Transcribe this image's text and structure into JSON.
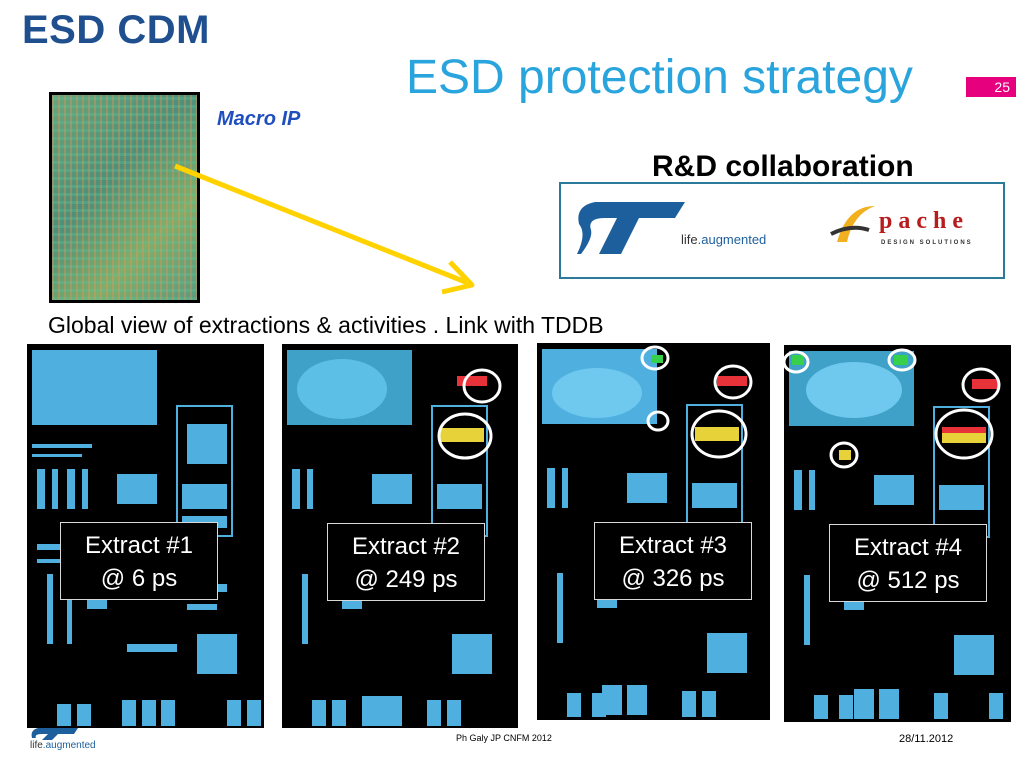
{
  "header": {
    "section_title": "ESD CDM",
    "main_title": "ESD protection strategy",
    "page_number": "25"
  },
  "macro": {
    "label": "Macro IP"
  },
  "collaboration": {
    "title": "R&D collaboration",
    "st_tagline_life": "life",
    "st_tagline_augmented": ".augmented",
    "apache_name": "pache",
    "apache_sub": "DESIGN SOLUTIONS"
  },
  "global_view_text": "Global view of extractions & activities . Link with TDDB",
  "extracts": [
    {
      "line1": "Extract #1",
      "line2": "@ 6 ps"
    },
    {
      "line1": "Extract #2",
      "line2": "@ 249 ps"
    },
    {
      "line1": "Extract #3",
      "line2": "@ 326 ps"
    },
    {
      "line1": "Extract #4",
      "line2": "@ 512 ps"
    }
  ],
  "footer": {
    "logo_text_life": "life",
    "logo_text_augmented": ".augmented",
    "center": "Ph Galy JP CNFM 2012",
    "date": "28/11.2012"
  },
  "colors": {
    "section_title": "#1f4f8f",
    "main_title": "#2aa4dc",
    "page_badge": "#e6007e",
    "arrow": "#ffd200",
    "circuit": "#4fb0e0"
  }
}
